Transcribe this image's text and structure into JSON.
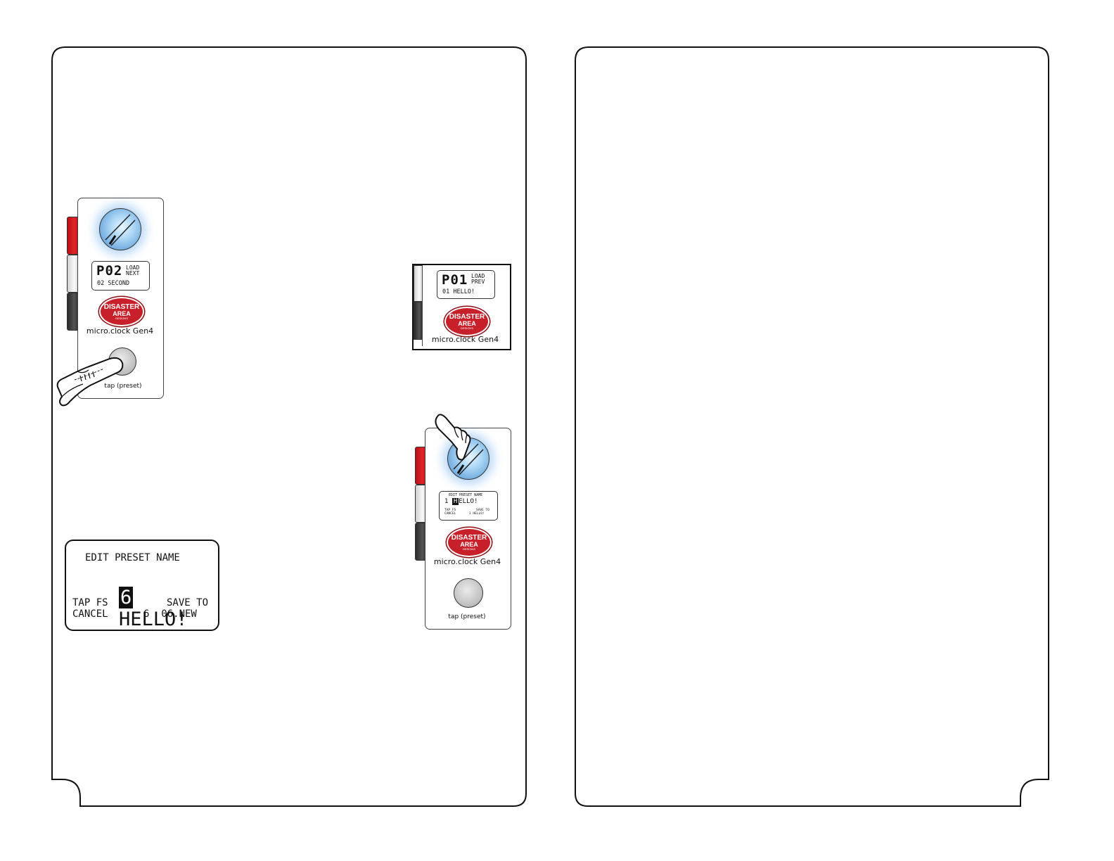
{
  "pedal_a": {
    "lcd": {
      "preset": "P02",
      "action_top": "LOAD",
      "action_bottom": "NEXT",
      "name_line": "02 SECOND"
    },
    "logo": {
      "line1": "DISASTER",
      "line2": "AREA",
      "line3": "DESIGNS"
    },
    "model": "micro.clock Gen4",
    "footswitch_label": "tap (preset)"
  },
  "pedal_b": {
    "lcd": {
      "preset": "P01",
      "action_top": "LOAD",
      "action_bottom": "PREV",
      "name_line": "01 HELLO!"
    },
    "logo": {
      "line1": "DISASTER",
      "line2": "AREA",
      "line3": "DESIGNS"
    },
    "model": "micro.clock Gen4"
  },
  "pedal_c": {
    "lcd": {
      "header": "EDIT PRESET NAME",
      "name_prefix": "1",
      "name_cursor": "H",
      "name_rest": "ELLO!",
      "left_top": "TAP FS",
      "left_bottom": "CANCEL",
      "right_top": "SAVE TO",
      "right_bottom": "1 HELLO!"
    },
    "logo": {
      "line1": "DISASTER",
      "line2": "AREA",
      "line3": "DESIGNS"
    },
    "model": "micro.clock Gen4",
    "footswitch_label": "tap (preset)"
  },
  "lcd_closeup": {
    "header": "EDIT PRESET NAME",
    "cursor_char": "6",
    "name": "HELLO!",
    "left_top": "TAP FS",
    "left_bottom": "CANCEL",
    "right_top": "SAVE TO",
    "right_bottom": "6  06.NEW"
  },
  "colors": {
    "knob_glow": "#6fa9dd",
    "logo_red": "#c8202a",
    "button_red": "#e3262b",
    "button_black": "#333333",
    "outline": "#111111"
  },
  "icons": [
    "foot-icon",
    "pointing-hand-icon"
  ]
}
